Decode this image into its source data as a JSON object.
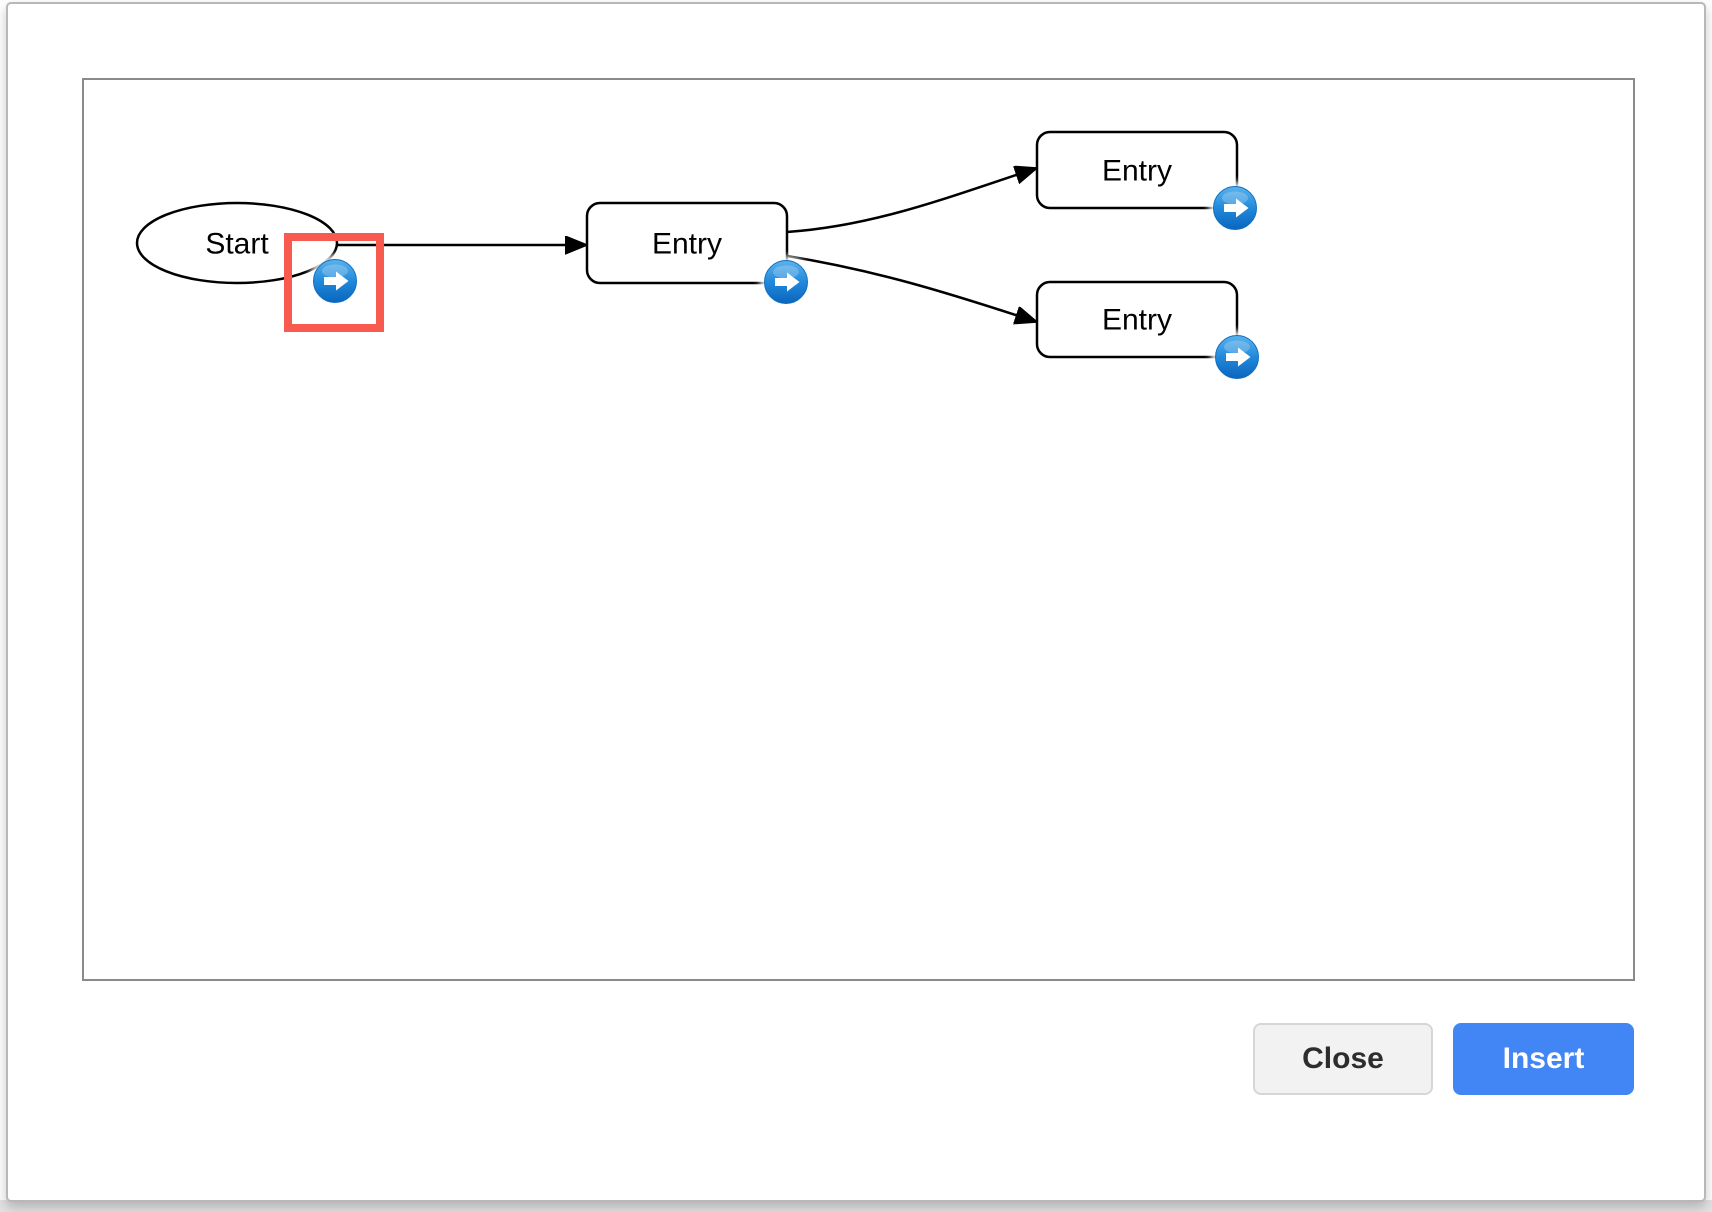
{
  "dialog": {
    "kind": "shape-insert-preview-dialog"
  },
  "diagram": {
    "nodes": [
      {
        "id": "start",
        "shape": "ellipse",
        "label": "Start"
      },
      {
        "id": "entry-1",
        "shape": "rounded-rectangle",
        "label": "Entry"
      },
      {
        "id": "entry-2",
        "shape": "rounded-rectangle",
        "label": "Entry"
      },
      {
        "id": "entry-3",
        "shape": "rounded-rectangle",
        "label": "Entry"
      }
    ],
    "edges": [
      {
        "from": "start",
        "to": "entry-1"
      },
      {
        "from": "entry-1",
        "to": "entry-2"
      },
      {
        "from": "entry-1",
        "to": "entry-3"
      }
    ],
    "icons": {
      "direction_button": "arrow-right-icon"
    }
  },
  "annotation": {
    "type": "click-target-highlight",
    "highlighted_element": "direction-arrow-button-start"
  },
  "footer": {
    "close_label": "Close",
    "insert_label": "Insert"
  },
  "colors": {
    "insert_button_blue": "#4285f4",
    "direction_button_blue_top": "#55aee9",
    "direction_button_blue_bottom": "#0a65bd",
    "highlight_red": "#f85a50",
    "canvas_border_gray": "#8a8a8a",
    "shape_stroke": "#000000"
  }
}
